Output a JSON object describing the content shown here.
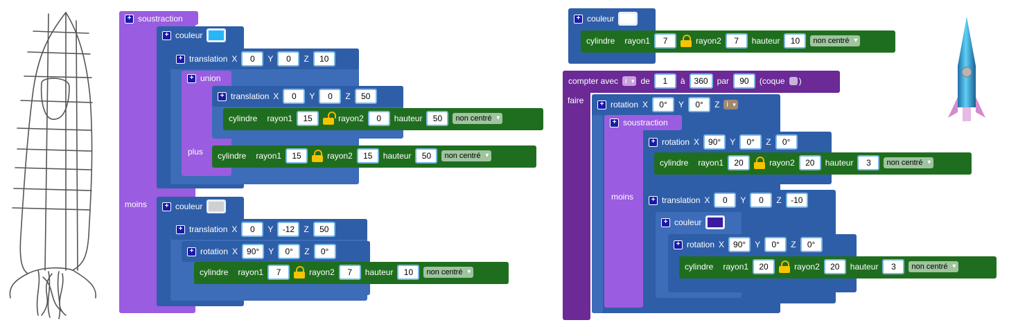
{
  "left": {
    "soustraction": "soustraction",
    "couleur1": "couleur",
    "translation1": {
      "label": "translation",
      "x": "0",
      "y": "0",
      "z": "10"
    },
    "union": "union",
    "translation2": {
      "label": "translation",
      "x": "0",
      "y": "0",
      "z": "50"
    },
    "cyl1": {
      "label": "cylindre",
      "r1_label": "rayon1",
      "r1": "15",
      "r2_label": "rayon2",
      "r2": "0",
      "h_label": "hauteur",
      "h": "50",
      "center": "non centré"
    },
    "plus": "plus",
    "cyl2": {
      "label": "cylindre",
      "r1_label": "rayon1",
      "r1": "15",
      "r2_label": "rayon2",
      "r2": "15",
      "h_label": "hauteur",
      "h": "50",
      "center": "non centré"
    },
    "moins": "moins",
    "couleur2": "couleur",
    "translation3": {
      "label": "translation",
      "x": "0",
      "y": "-12",
      "z": "50"
    },
    "rotation1": {
      "label": "rotation",
      "x": "90°",
      "y": "0°",
      "z": "0°"
    },
    "cyl3": {
      "label": "cylindre",
      "r1_label": "rayon1",
      "r1": "7",
      "r2_label": "rayon2",
      "r2": "7",
      "h_label": "hauteur",
      "h": "10",
      "center": "non centré"
    }
  },
  "right": {
    "couleur": "couleur",
    "cyl": {
      "label": "cylindre",
      "r1_label": "rayon1",
      "r1": "7",
      "r2_label": "rayon2",
      "r2": "7",
      "h_label": "hauteur",
      "h": "10",
      "center": "non centré"
    },
    "loop": {
      "label": "compter avec",
      "var": "i",
      "de": "de",
      "from": "1",
      "a": "à",
      "to": "360",
      "par": "par",
      "step": "90",
      "coque": "(coque",
      "close": ")"
    },
    "faire": "faire",
    "rotation": {
      "label": "rotation",
      "x": "0°",
      "y": "0°",
      "z_var": "i"
    },
    "soustraction": "soustraction",
    "rotation2": {
      "label": "rotation",
      "x": "90°",
      "y": "0°",
      "z": "0°"
    },
    "cyl1": {
      "label": "cylindre",
      "r1_label": "rayon1",
      "r1": "20",
      "r2_label": "rayon2",
      "r2": "20",
      "h_label": "hauteur",
      "h": "3",
      "center": "non centré"
    },
    "moins": "moins",
    "translation": {
      "label": "translation",
      "x": "0",
      "y": "0",
      "z": "-10"
    },
    "couleur2": "couleur",
    "rotation3": {
      "label": "rotation",
      "x": "90°",
      "y": "0°",
      "z": "0°"
    },
    "cyl2": {
      "label": "cylindre",
      "r1_label": "rayon1",
      "r1": "20",
      "r2_label": "rayon2",
      "r2": "20",
      "h_label": "hauteur",
      "h": "3",
      "center": "non centré"
    }
  },
  "axes": {
    "X": "X",
    "Y": "Y",
    "Z": "Z"
  },
  "colors": {
    "light_blue": "#29b6f6",
    "light_gray": "#d0d0d0",
    "dark_purple": "#3a1a9e",
    "white": "#ffffff"
  }
}
